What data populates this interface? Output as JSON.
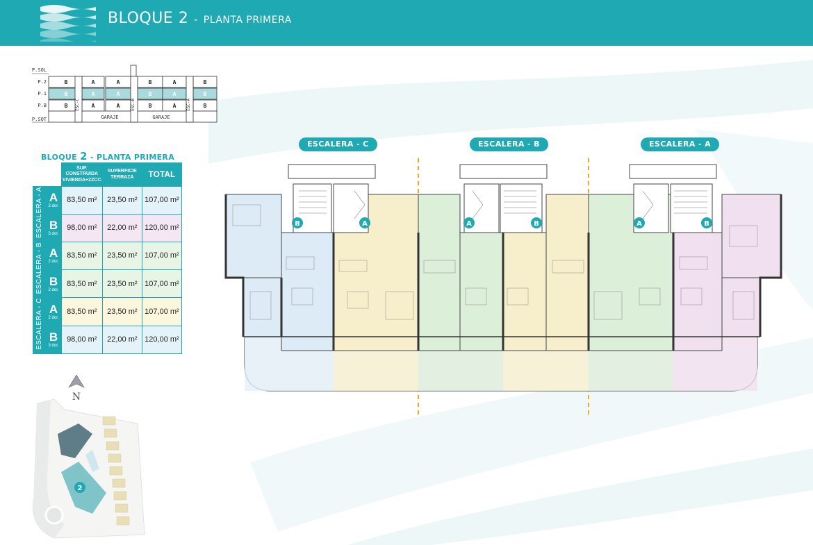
{
  "header": {
    "title_main": "BLOQUE 2",
    "title_sep": "-",
    "title_sub": "PLANTA PRIMERA"
  },
  "section": {
    "levels": [
      "P.SOL",
      "P.2",
      "P.1",
      "P.B",
      "P.SOT"
    ],
    "rows": {
      "p2": [
        "B",
        "A",
        "A",
        "B",
        "A",
        "B"
      ],
      "p1": [
        "B",
        "A",
        "A",
        "B",
        "A",
        "B"
      ],
      "pb": [
        "B",
        "A",
        "A",
        "B",
        "A",
        "B"
      ]
    },
    "stairs": [
      "ESC-C",
      "ESC-B",
      "ESC-A"
    ],
    "garage": [
      "GARAJE",
      "GARAJE"
    ]
  },
  "table": {
    "title_prefix": "BLOQUE",
    "title_num": "2",
    "title_suffix": "- PLANTA PRIMERA",
    "headers": {
      "sup_line1": "SUP. CONSTRUIDA",
      "sup_line2": "VIVIENDA+ZZCC",
      "ter_line1": "SUPERFICIE",
      "ter_line2": "TERRAZA",
      "total": "TOTAL"
    },
    "groups": [
      {
        "label": "ESCALERA - A",
        "rows": [
          {
            "type": "A",
            "dorms": "2 dor.",
            "sup": "83,50 m²",
            "ter": "23,50 m²",
            "total": "107,00 m²"
          },
          {
            "type": "B",
            "dorms": "3 dor.",
            "sup": "98,00 m²",
            "ter": "22,00 m²",
            "total": "120,00 m²"
          }
        ]
      },
      {
        "label": "ESCALERA - B",
        "rows": [
          {
            "type": "A",
            "dorms": "2 dor.",
            "sup": "83,50 m²",
            "ter": "23,50 m²",
            "total": "107,00 m²"
          },
          {
            "type": "B",
            "dorms": "2 dor.",
            "sup": "83,50 m²",
            "ter": "23,50 m²",
            "total": "107,00 m²"
          }
        ]
      },
      {
        "label": "ESCALERA - C",
        "rows": [
          {
            "type": "A",
            "dorms": "2 dor.",
            "sup": "83,50 m²",
            "ter": "23,50 m²",
            "total": "107,00 m²"
          },
          {
            "type": "B",
            "dorms": "3 dor.",
            "sup": "98,00 m²",
            "ter": "22,00 m²",
            "total": "120,00 m²"
          }
        ]
      }
    ]
  },
  "stairs_labels": {
    "c": "ESCALERA - C",
    "b": "ESCALERA - B",
    "a": "ESCALERA - A"
  },
  "plan_markers": [
    "B",
    "A",
    "A",
    "B",
    "A",
    "B"
  ],
  "compass": {
    "label": "N"
  },
  "sitemap": {
    "block_number": "2"
  },
  "colors": {
    "brand": "#1fa9b3",
    "unit_blue": "#d6eaf6",
    "unit_yellow": "#f8f0cc",
    "unit_green": "#dcefd8",
    "unit_pink": "#f0dcef"
  }
}
